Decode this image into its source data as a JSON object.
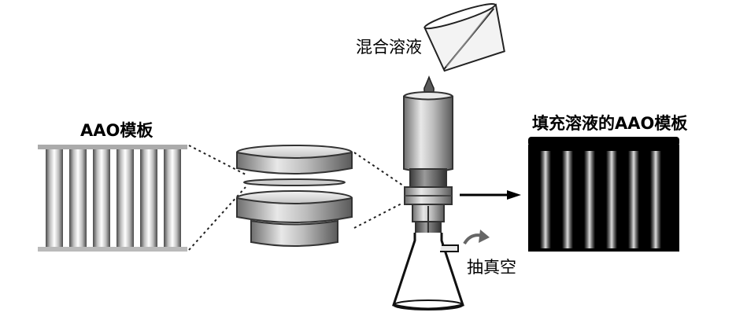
{
  "labels": {
    "mixed_solution": "混合溶液",
    "aao_template": "AAO模板",
    "filled_template": "填充溶液的AAO模板",
    "vacuum": "抽真空"
  },
  "colors": {
    "membrane_background": "#ffffff",
    "filled_membrane": "#000000",
    "pore_wall": "#9a9a9a",
    "metal_dark": "#555555",
    "metal_light": "#d8d8d8"
  },
  "icons": {
    "beaker": "pouring-beaker",
    "drop": "liquid-drop",
    "arrow": "right-arrow",
    "vacuum_arrow": "curved-arrow"
  }
}
